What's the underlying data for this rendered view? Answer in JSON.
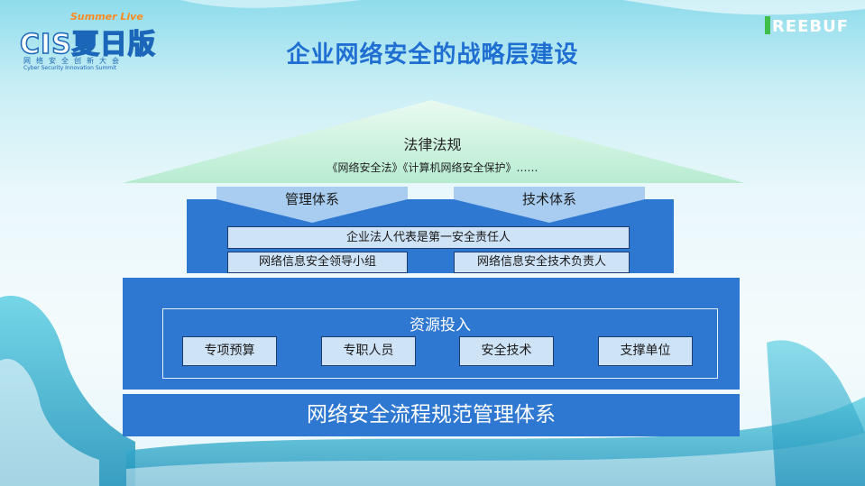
{
  "logo_left": {
    "summer": "Summer Live",
    "main": "CIS夏日版",
    "sub_cn": "网络安全创新大会",
    "sub_en": "Cyber Security Innovation Summit"
  },
  "logo_right": {
    "text": "REEBUF"
  },
  "title": "企业网络安全的战略层建设",
  "roof": {
    "title": "法律法规",
    "subtitle": "《网络安全法》《计算机网络安全保护》……"
  },
  "management": {
    "left_tab": "管理体系",
    "right_tab": "技术体系",
    "top_bar": "企业法人代表是第一安全责任人",
    "left_bar": "网络信息安全领导小组",
    "right_bar": "网络信息安全技术负责人"
  },
  "resources": {
    "title": "资源投入",
    "items": [
      "专项预算",
      "专职人员",
      "安全技术",
      "支撑单位"
    ]
  },
  "process": {
    "label": "网络安全流程规范管理体系"
  },
  "colors": {
    "block_blue": "#2f78d2",
    "bar_fill": "#cfe3f7",
    "roof_green": "#c8f0dc",
    "title_blue": "#1e6fd1"
  }
}
